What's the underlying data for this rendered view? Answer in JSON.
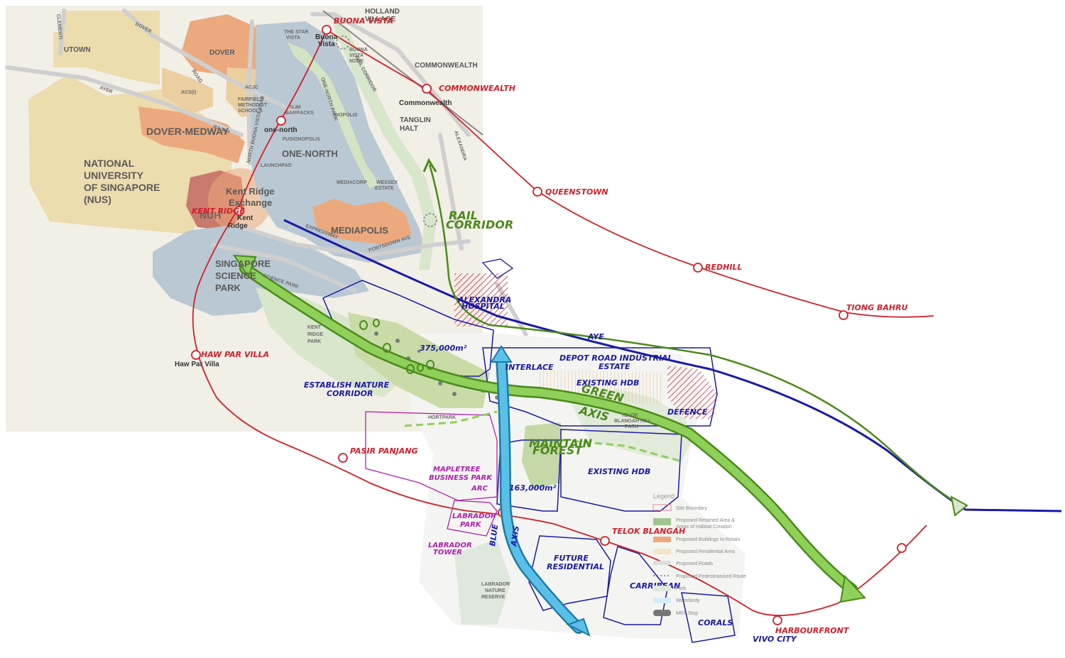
{
  "map": {
    "areas": {
      "utown": "UTOWN",
      "dover": "DOVER",
      "dover_medway": "DOVER-MEDWAY",
      "nus_line1": "NATIONAL",
      "nus_line2": "UNIVERSITY",
      "nus_line3": "OF SINGAPORE",
      "nus_line4": "(NUS)",
      "nuh": "NUH",
      "one_north": "ONE-NORTH",
      "mediapolis": "MEDIAPOLIS",
      "ssp_line1": "SINGAPORE",
      "ssp_line2": "SCIENCE",
      "ssp_line3": "PARK",
      "commonwealth_area": "COMMONWEALTH",
      "tanglin_line1": "TANGLIN",
      "tanglin_line2": "HALT",
      "holland_line1": "HOLLAND",
      "holland_line2": "VILLAGE",
      "kent_ridge_exchange_line1": "Kent Ridge",
      "kent_ridge_exchange_line2": "Exchange",
      "kent_ridge_park_line1": "KENT",
      "kent_ridge_park_line2": "RIDGE",
      "kent_ridge_park_line3": "PARK"
    },
    "small_labels": {
      "the_star_vista_1": "THE STAR",
      "the_star_vista_2": "VISTA",
      "buona_vista_node_1": "BUONA",
      "buona_vista_node_2": "VISTA",
      "buona_vista_node_3": "NODE",
      "acjc": "ACJC",
      "acs": "ACS(I)",
      "fairfield_1": "FAIRFIELD",
      "fairfield_2": "METHODIST",
      "fairfield_3": "SCHOOLS",
      "slim_1": "SLIM",
      "slim_2": "BARRACKS",
      "biopolis": "BIOPOLIS",
      "fusionopolis": "FUSIONOPOLIS",
      "launchpad": "LAUNCHPAD",
      "mediacorp": "MEDIACORP",
      "wessex_1": "WESSEX",
      "wessex_2": "ESTATE",
      "hortpark": "HORTPARK",
      "telok_blangah_hill_1": "TELOK",
      "telok_blangah_hill_2": "BLANGAH HILL",
      "telok_blangah_hill_3": "PARK",
      "labrador_reserve_1": "LABRADOR",
      "labrador_reserve_2": "NATURE",
      "labrador_reserve_3": "RESERVE",
      "one_north_park": "ONE-NORTH PARK",
      "rail_corridor_road": "RAIL CORRIDOR",
      "dover_road": "DOVER",
      "ayer_rajah": "AYER",
      "ayer_rajah_2": "RAJAH",
      "clementi": "CLEMENTI",
      "north_buona_vista": "NORTH BUONA VISTA ROAD",
      "expressway": "EXPRESSWAY",
      "portsdown": "PORTSDOWN AVE",
      "science_park_rd": "SCIENCE PARK",
      "road_label": "ROAD",
      "alexandra_rd": "ALEXANDRA"
    },
    "stations_printed": {
      "buona_vista_1": "Buona",
      "buona_vista_2": "Vista",
      "commonwealth": "Commonwealth",
      "one_north": "one-north",
      "kent_ridge_1": "Kent",
      "kent_ridge_2": "Ridge",
      "haw_par_villa": "Haw Par Villa"
    },
    "handwritten_red": {
      "buona_vista": "BUONA VISTA",
      "commonwealth": "COMMONWEALTH",
      "queenstown": "QUEENSTOWN",
      "redhill": "REDHILL",
      "tiong_bahru": "TIONG BAHRU",
      "kent_ridge": "KENT RIDGE",
      "haw_par_villa": "HAW PAR VILLA",
      "pasir_panjang": "PASIR PANJANG",
      "telok_blangah": "TELOK BLANGAH",
      "harbourfront": "HARBOURFRONT",
      "vivo_city": "VIVO CITY"
    },
    "handwritten_blue": {
      "aye": "AYE",
      "depot_road_1": "DEPOT ROAD INDUSTRIAL",
      "depot_road_2": "ESTATE",
      "interlace": "INTERLACE",
      "existing_hdb_1": "EXISTING HDB",
      "existing_hdb_2": "EXISTING HDB",
      "establish_1": "ESTABLISH NATURE",
      "establish_2": "CORRIDOR",
      "area_375": "375,000m²",
      "area_163": "163,000m²",
      "alexandra_hospital_1": "ALEXANDRA",
      "alexandra_hospital_2": "HOSPITAL",
      "defence": "DEFENCE",
      "future_res_1": "FUTURE",
      "future_res_2": "RESIDENTIAL",
      "carribean": "CARRIBEAN",
      "corals": "CORALS",
      "blue": "BLUE",
      "axis_blue": "AXIS"
    },
    "handwritten_green": {
      "rail_1": "RAIL",
      "rail_2": "CORRIDOR",
      "green": "GREEN",
      "axis": "AXIS",
      "maintain_1": "MAINTAIN",
      "maintain_2": "FOREST"
    },
    "handwritten_purple": {
      "mapletree_1": "MAPLETREE",
      "mapletree_2": "BUSINESS PARK",
      "arc": "ARC",
      "labrador_park_1": "LABRADOR",
      "labrador_park_2": "PARK",
      "labrador_tower_1": "LABRADOR",
      "labrador_tower_2": "TOWER"
    },
    "legend": {
      "title": "Legend",
      "items": [
        "Site Boundary",
        "Proposed Retained Area &",
        "Areas of Habitat Creation",
        "Proposed Buildings to Retain",
        "Proposed Residential Area",
        "Proposed Roads",
        "Proposed Pedestrianised Route",
        "Park",
        "Waterbody",
        "MRT Stop"
      ]
    },
    "colors": {
      "mrt_red": "#d0202a",
      "aye_blue": "#1a1aa8",
      "green_axis": "#6cc040",
      "blue_axis": "#2a9ac8",
      "rail_green": "#4a8a1a",
      "purple": "#b020b0",
      "nus_tan": "#ecdcae",
      "dover_orange": "#eca97e",
      "one_north_grey": "#b9c8d2"
    }
  }
}
